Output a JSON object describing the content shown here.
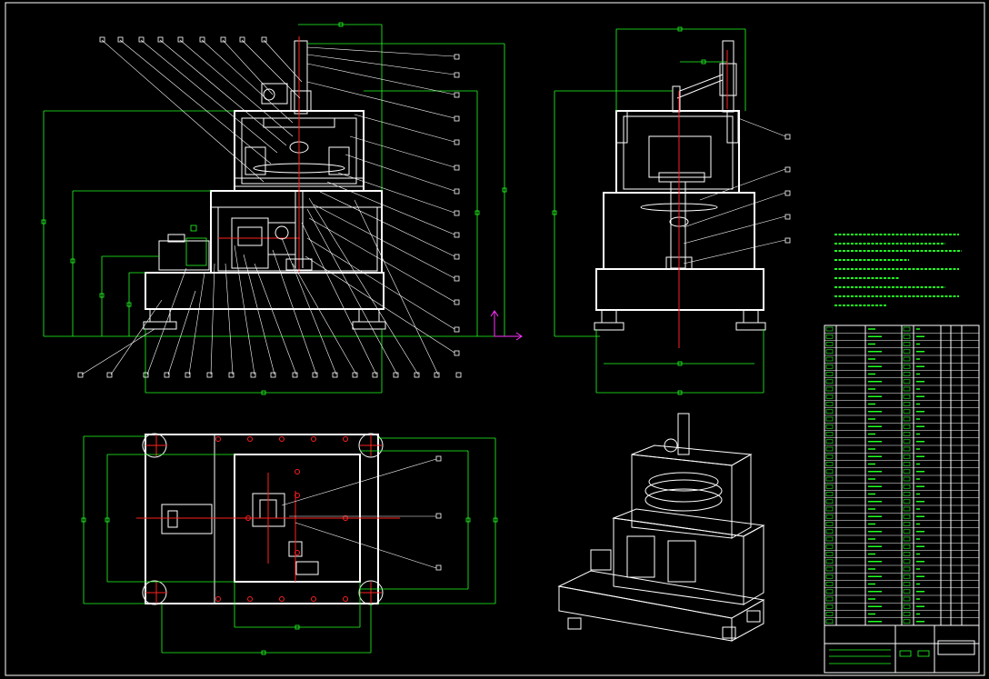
{
  "drawing": {
    "title": "",
    "background": "#000000",
    "line_color": "#ffffff",
    "dimension_color": "#22ff22",
    "centerline_color": "#ff2020",
    "axis_color": "#ff33ff"
  },
  "views": [
    "front-view",
    "side-view",
    "top-view",
    "isometric-view"
  ],
  "technical_notes": [],
  "title_block": {
    "label": ""
  }
}
